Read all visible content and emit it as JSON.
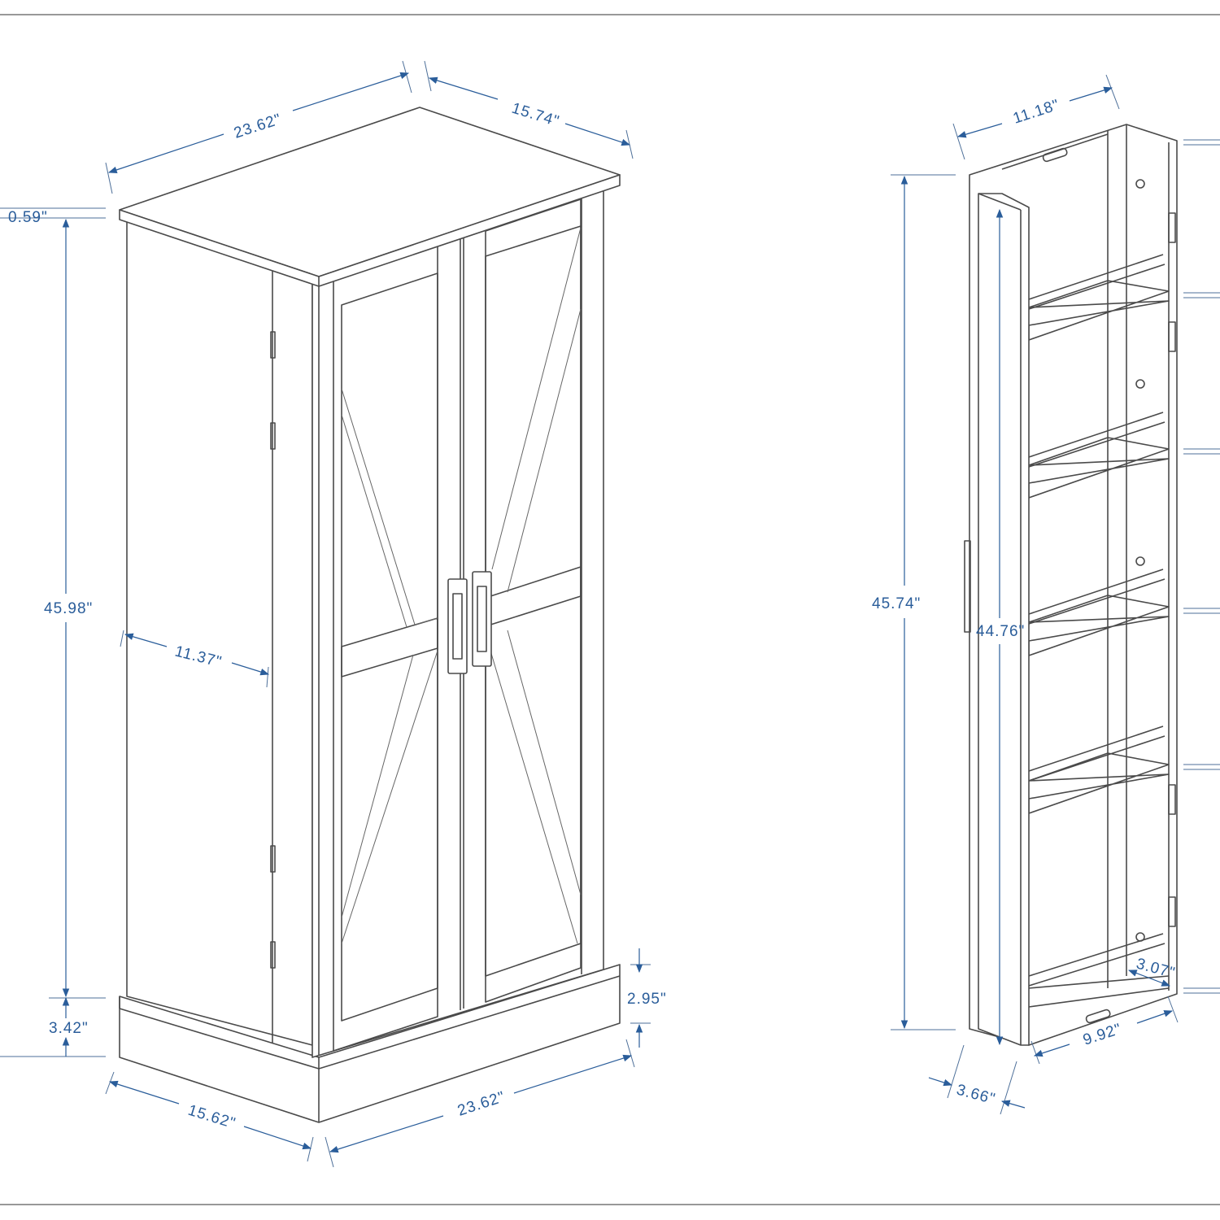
{
  "title": "Cabinet dimension drawing",
  "colors": {
    "line": "#4a4a4a",
    "dimension": "#2a5d9a"
  },
  "front_view": {
    "top_width": "23.62\"",
    "top_depth": "15.74\"",
    "top_thickness": "0.59\"",
    "body_height": "45.98\"",
    "side_door_width": "11.37\"",
    "base_height_left": "3.42\"",
    "base_height_right": "2.95\"",
    "base_depth": "15.62\"",
    "base_width": "23.62\""
  },
  "door_view": {
    "door_width": "11.18\"",
    "outer_height": "45.74\"",
    "inner_height": "44.76\"",
    "shelf_depth": "3.07\"",
    "inner_width": "9.92\"",
    "door_thickness": "3.66\""
  }
}
